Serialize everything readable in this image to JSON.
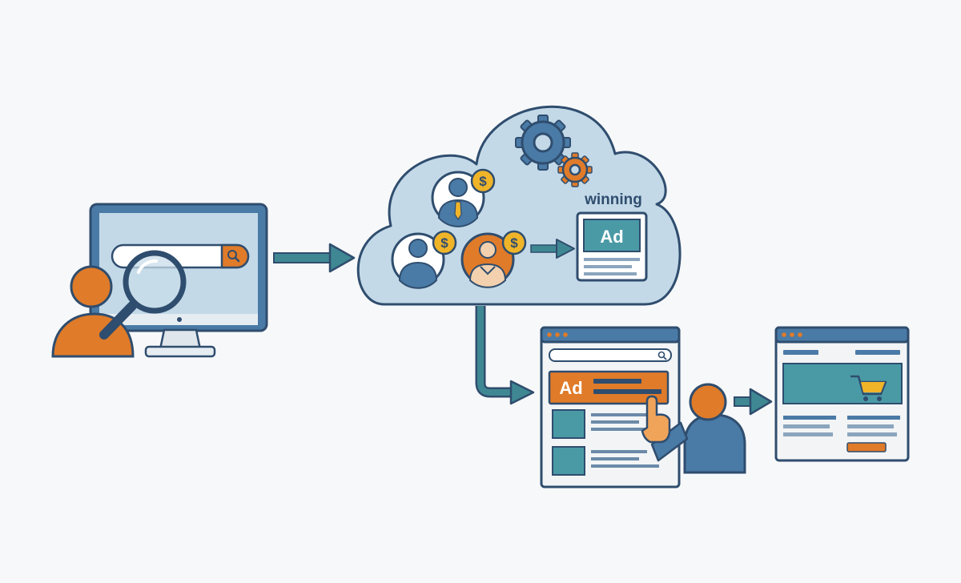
{
  "diagram": {
    "cloud": {
      "winning_label": "winning",
      "winning_ad_text": "Ad",
      "bidders": [
        {
          "icon": "businessman-bidder-icon",
          "currency": "$"
        },
        {
          "icon": "user-bidder-icon",
          "currency": "$"
        },
        {
          "icon": "user-bidder-orange-icon",
          "currency": "$"
        }
      ],
      "gears": "gears-icon"
    },
    "search_page": {
      "ad_text": "Ad"
    },
    "colors": {
      "navy": "#2f4d6e",
      "blue": "#4a7aa6",
      "cloud": "#c3d9e8",
      "orange": "#e07b29",
      "teal": "#4a9aa6",
      "gold": "#f0b429",
      "arrow": "#3f8893"
    }
  }
}
